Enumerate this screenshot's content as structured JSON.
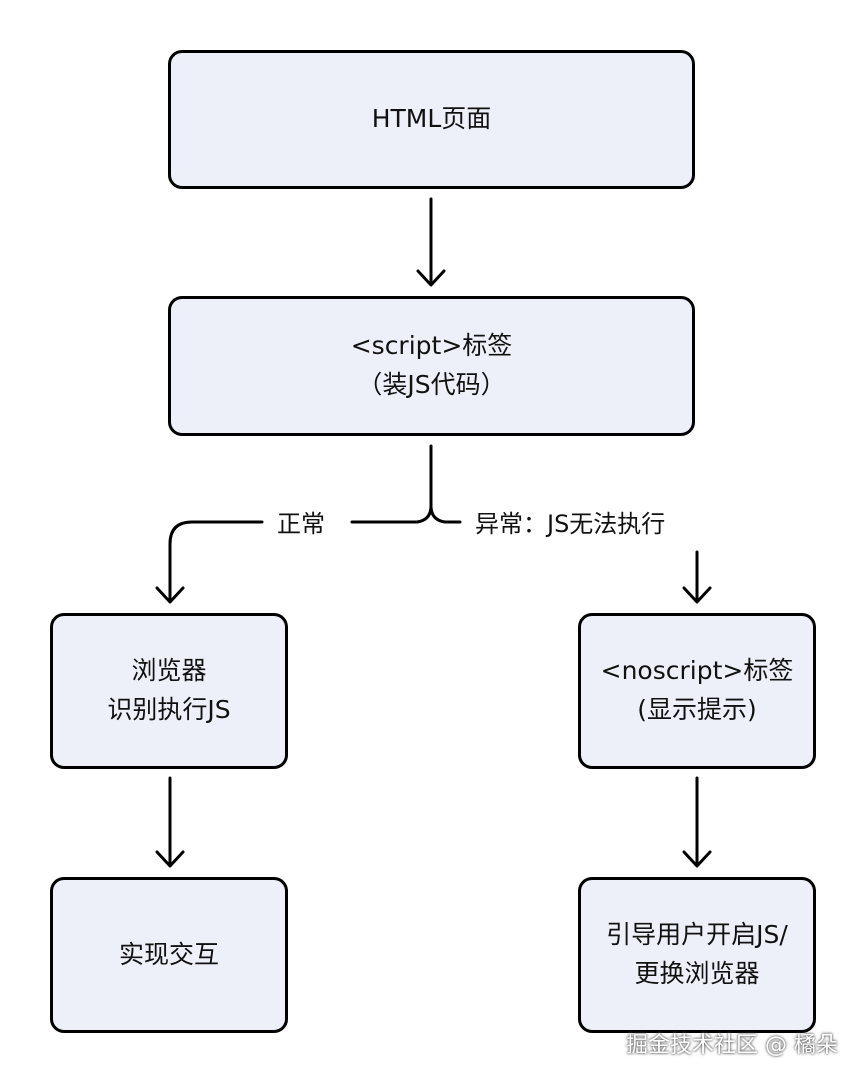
{
  "nodes": {
    "html_page": {
      "lines": [
        "HTML页面"
      ]
    },
    "script_tag": {
      "lines": [
        "<script>标签",
        "（装JS代码）"
      ]
    },
    "browser_exec": {
      "lines": [
        "浏览器",
        "识别执行JS"
      ]
    },
    "interaction": {
      "lines": [
        "实现交互"
      ]
    },
    "noscript_tag": {
      "lines": [
        "<noscript>标签",
        "(显示提示)"
      ]
    },
    "guide_user": {
      "lines": [
        "引导用户开启JS/",
        "更换浏览器"
      ]
    }
  },
  "edge_labels": {
    "normal": "正常",
    "abnormal": "异常：JS无法执行"
  },
  "watermark": "掘金技术社区 @ 橘朵",
  "colors": {
    "node_fill": "#eef0f9",
    "node_border": "#000000",
    "line": "#000000",
    "background": "#ffffff"
  }
}
